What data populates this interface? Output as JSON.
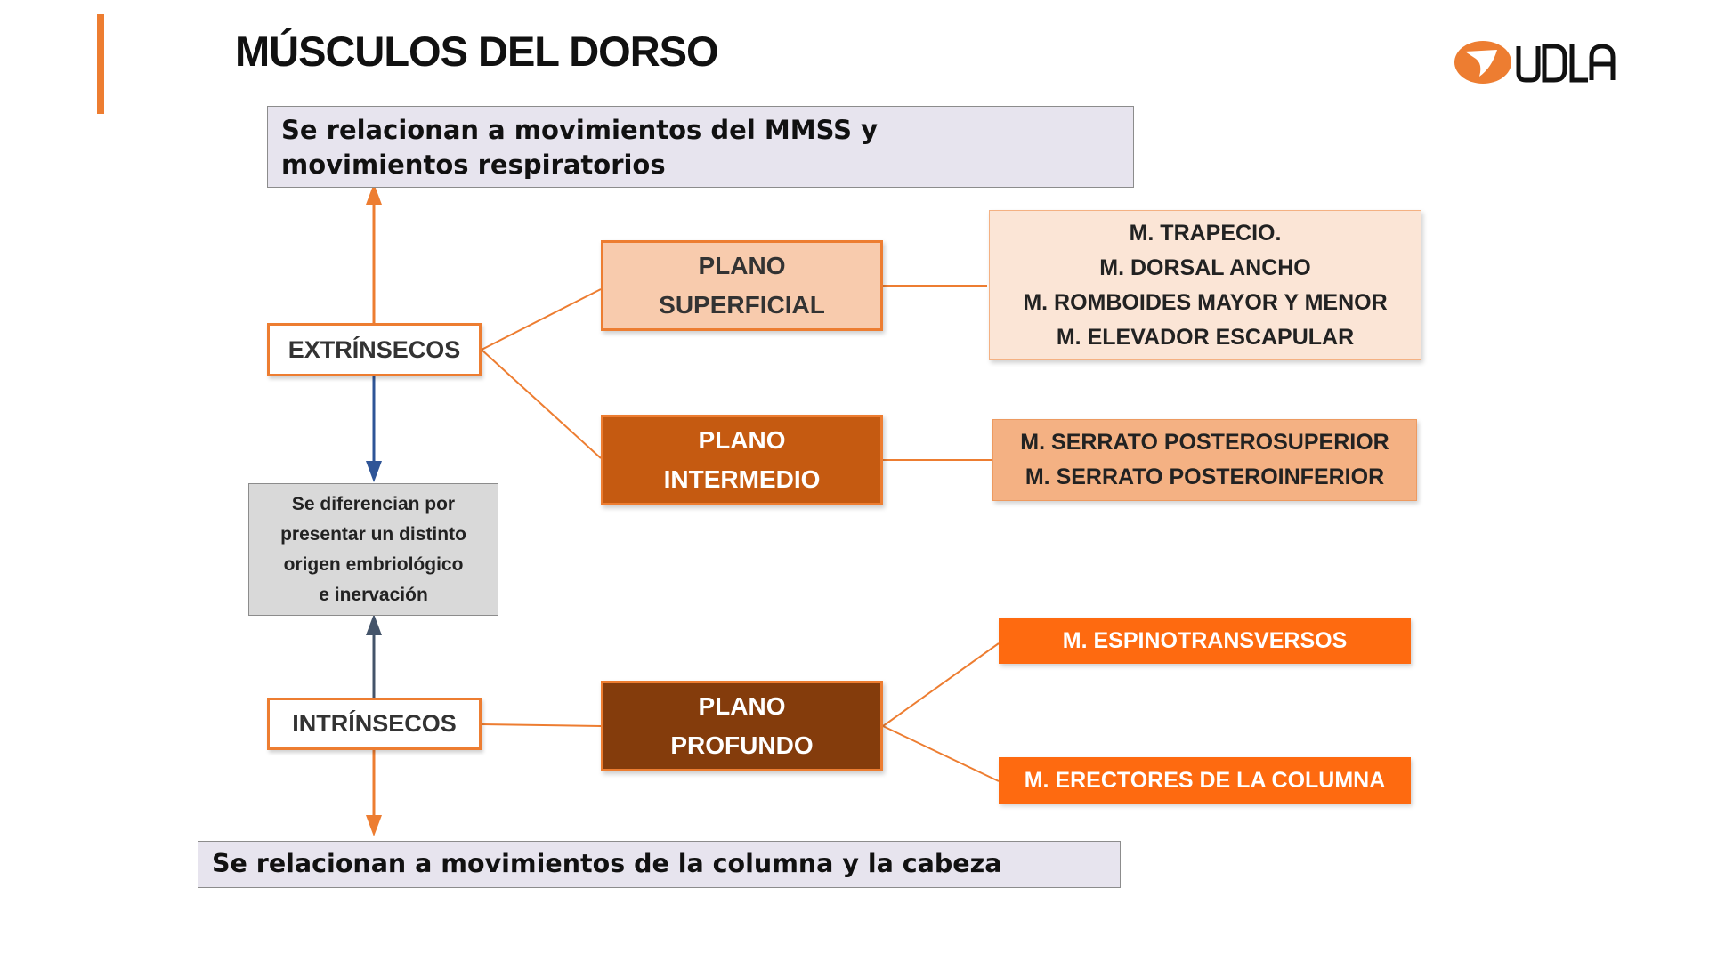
{
  "title": "MÚSCULOS DEL DORSO",
  "logo": {
    "text": "UDLA",
    "icon": "udla-logo-icon",
    "color": "#ed7d31"
  },
  "top_note": {
    "line1": "Se relacionan a movimientos del MMSS y",
    "line2": "movimientos respiratorios"
  },
  "bottom_note": "Se relacionan a movimientos de la columna y la cabeza",
  "categories": {
    "extrinsic": "EXTRÍNSECOS",
    "intrinsic": "INTRÍNSECOS"
  },
  "difference_note": [
    "Se diferencian por",
    "presentar un distinto",
    "origen embriológico",
    "e inervación"
  ],
  "planes": {
    "superficial": {
      "line1": "PLANO",
      "line2": "SUPERFICIAL",
      "color": "#f8cbad"
    },
    "intermediate": {
      "line1": "PLANO",
      "line2": "INTERMEDIO",
      "color": "#c55a11"
    },
    "deep": {
      "line1": "PLANO",
      "line2": "PROFUNDO",
      "color": "#843c0c"
    }
  },
  "muscles": {
    "superficial": [
      "M. TRAPECIO.",
      "M. DORSAL ANCHO",
      "M. ROMBOIDES MAYOR Y MENOR",
      "M. ELEVADOR ESCAPULAR"
    ],
    "intermediate": [
      "M. SERRATO POSTEROSUPERIOR",
      "M. SERRATO POSTEROINFERIOR"
    ],
    "deep_1": "M. ESPINOTRANSVERSOS",
    "deep_2": "M. ERECTORES DE LA COLUMNA"
  },
  "colors": {
    "orange": "#ed7d31",
    "blue_arrow": "#2f5597",
    "slate_arrow": "#44546a",
    "bright_orange": "#fe6a10"
  }
}
